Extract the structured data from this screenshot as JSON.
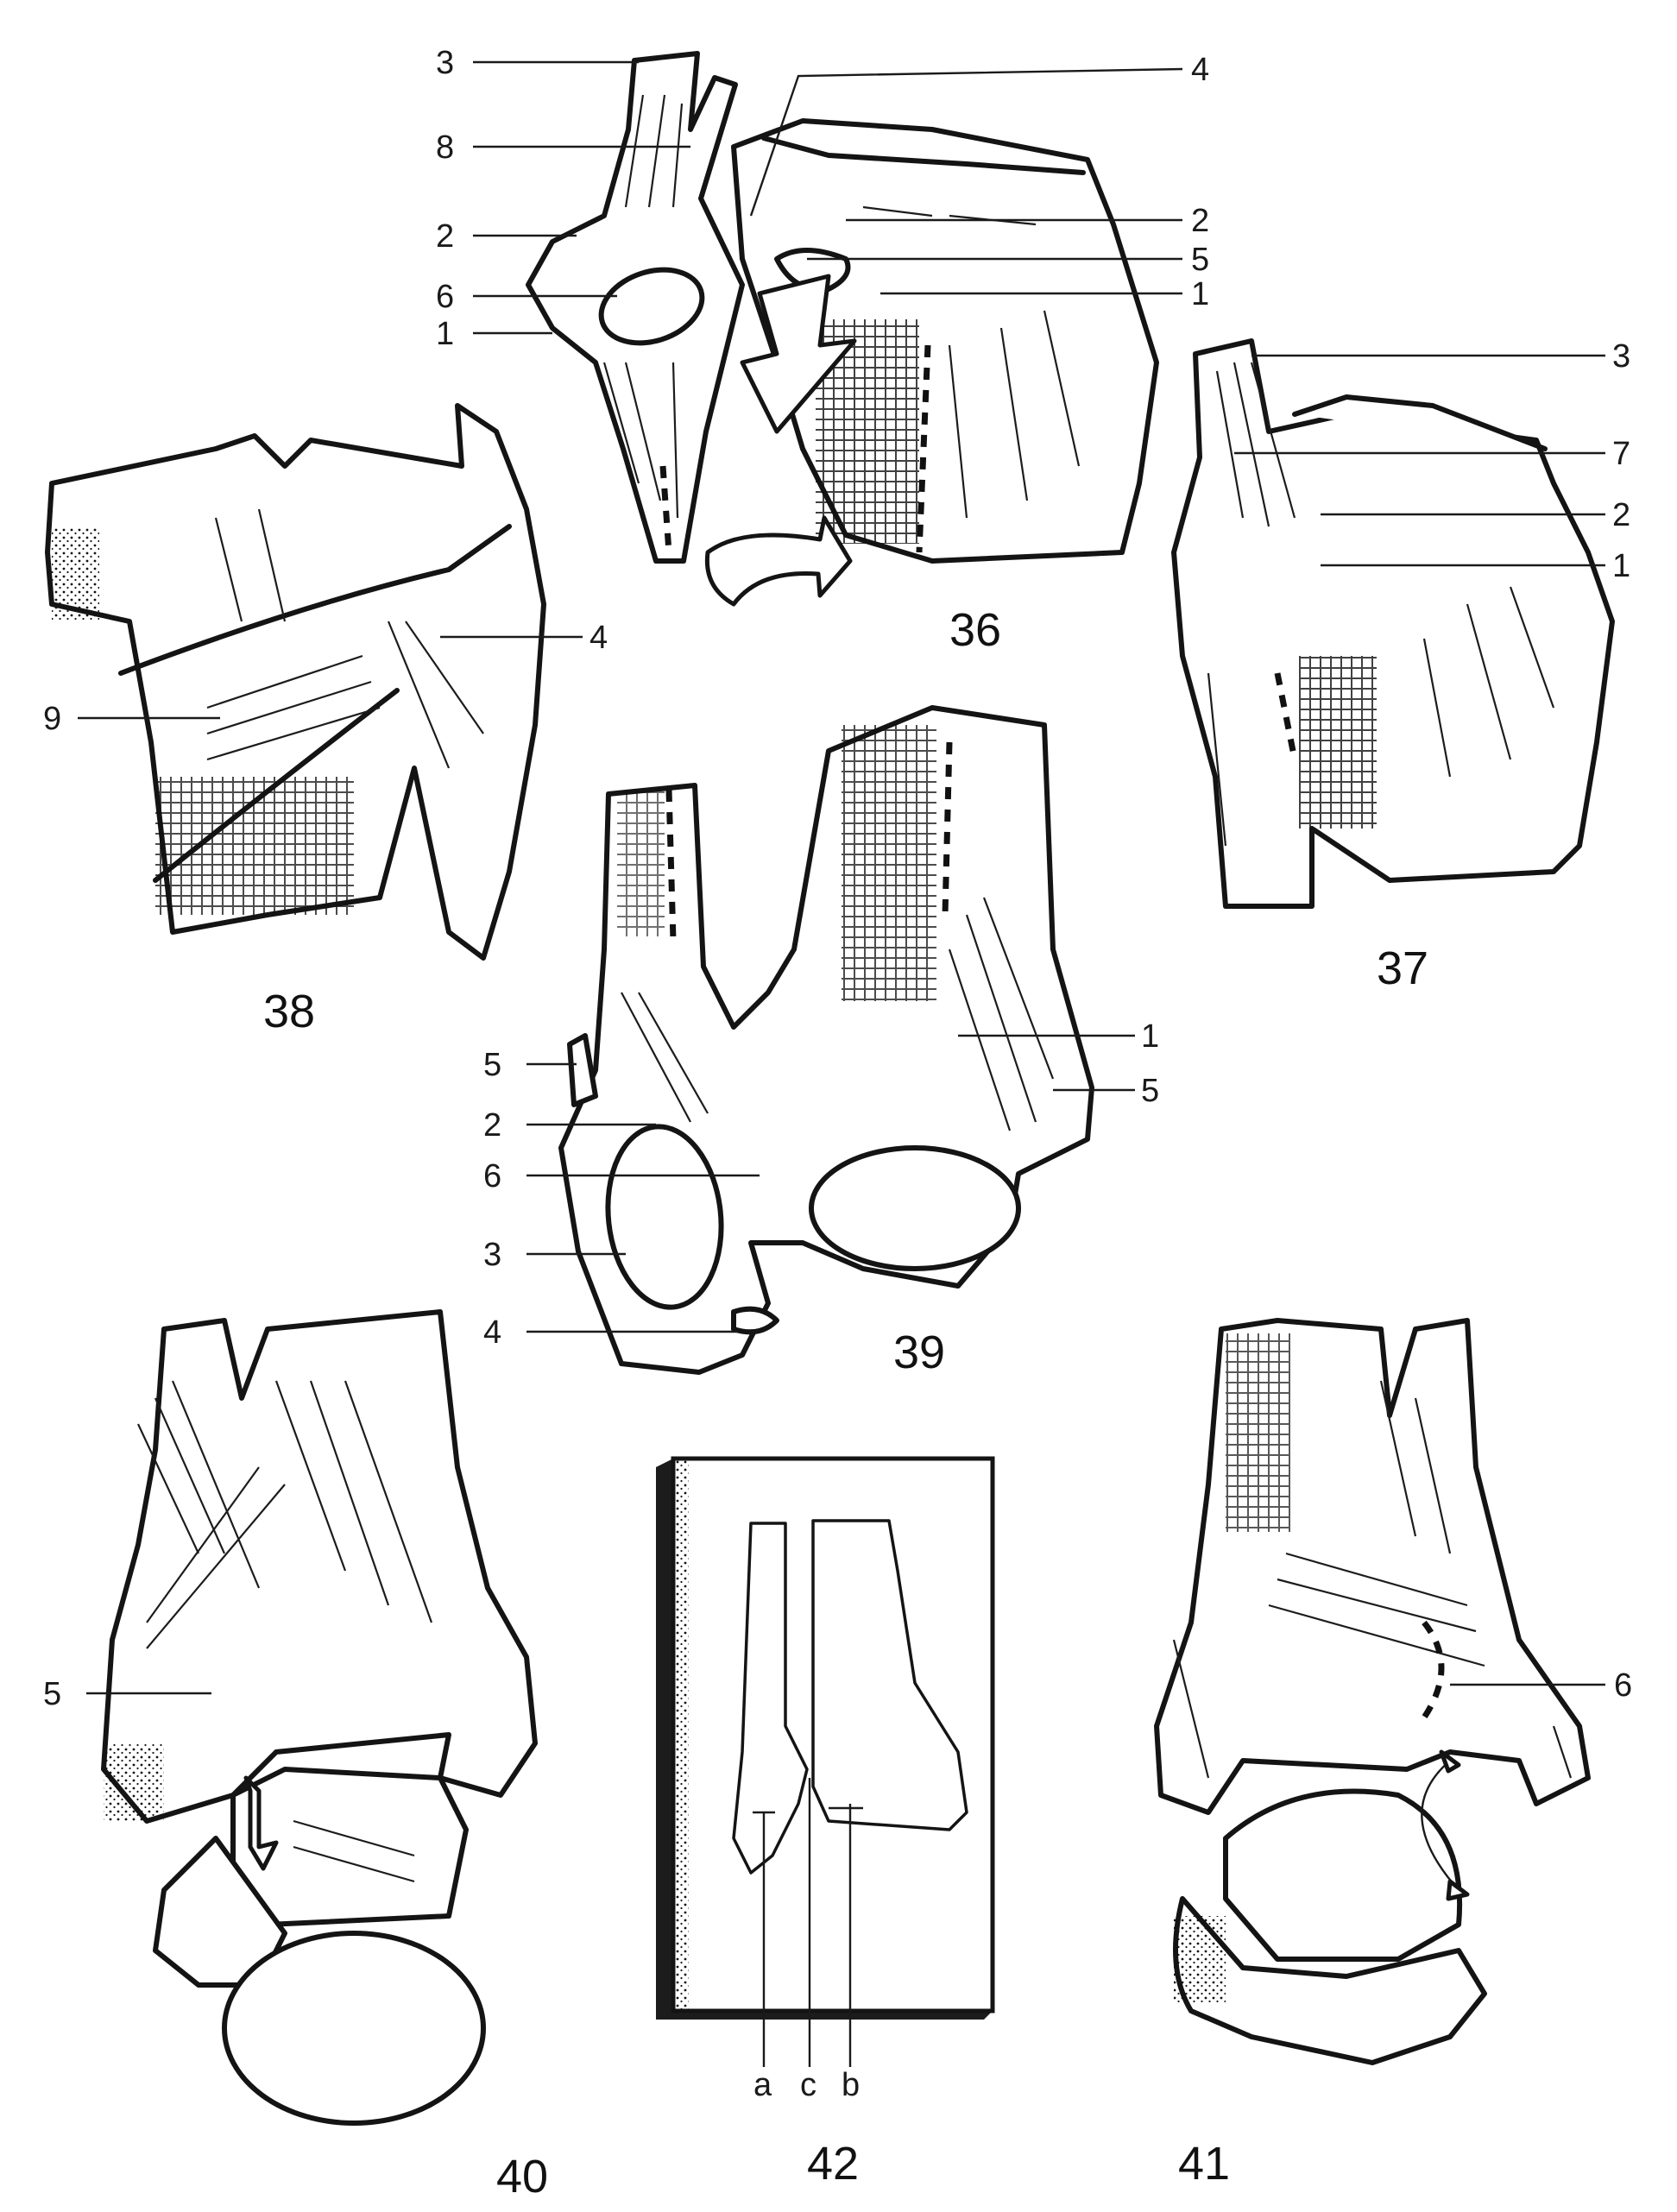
{
  "figures": {
    "36": {
      "number": "36",
      "callouts_left": [
        "3",
        "8",
        "2",
        "6",
        "1"
      ],
      "callouts_right": [
        "4",
        "2",
        "5",
        "1"
      ]
    },
    "37": {
      "number": "37",
      "callouts": [
        "3",
        "7",
        "2",
        "1"
      ]
    },
    "38": {
      "number": "38",
      "callouts": [
        "4",
        "9"
      ]
    },
    "39": {
      "number": "39",
      "callouts_left": [
        "5",
        "2",
        "6",
        "3",
        "4"
      ],
      "callouts_right": [
        "1",
        "5"
      ]
    },
    "40": {
      "number": "40",
      "callouts": [
        "5"
      ]
    },
    "41": {
      "number": "41",
      "callouts": [
        "6"
      ]
    },
    "42": {
      "number": "42",
      "callouts": [
        "a",
        "c",
        "b"
      ]
    }
  },
  "colors": {
    "ink": "#141414",
    "paper": "#ffffff"
  }
}
